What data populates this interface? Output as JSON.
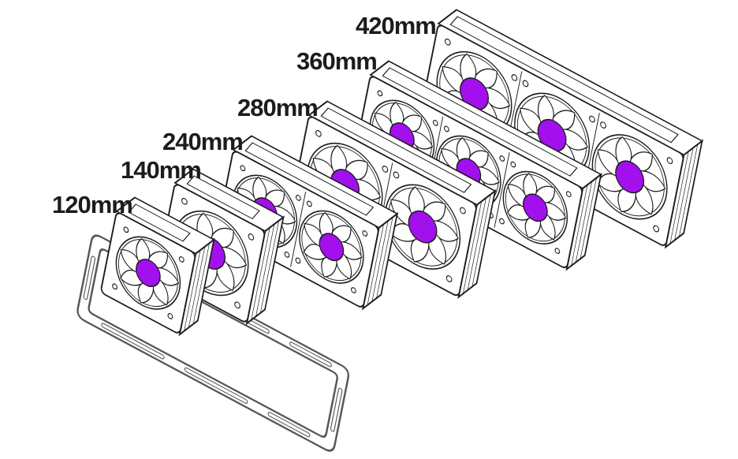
{
  "diagram": {
    "type": "exploded-isometric",
    "subject": "Radiator and fan size compatibility",
    "background_color": "#ffffff",
    "line_color": "#1d1d1f",
    "accent_color": "#A210EE",
    "bracket_color": "#57575b",
    "label_color": "#1c1c1e",
    "bracket": {
      "name": "mounting-bracket"
    },
    "items": [
      {
        "label": "120mm",
        "fans": 1
      },
      {
        "label": "140mm",
        "fans": 1
      },
      {
        "label": "240mm",
        "fans": 2
      },
      {
        "label": "280mm",
        "fans": 2
      },
      {
        "label": "360mm",
        "fans": 3
      },
      {
        "label": "420mm",
        "fans": 3
      }
    ]
  }
}
